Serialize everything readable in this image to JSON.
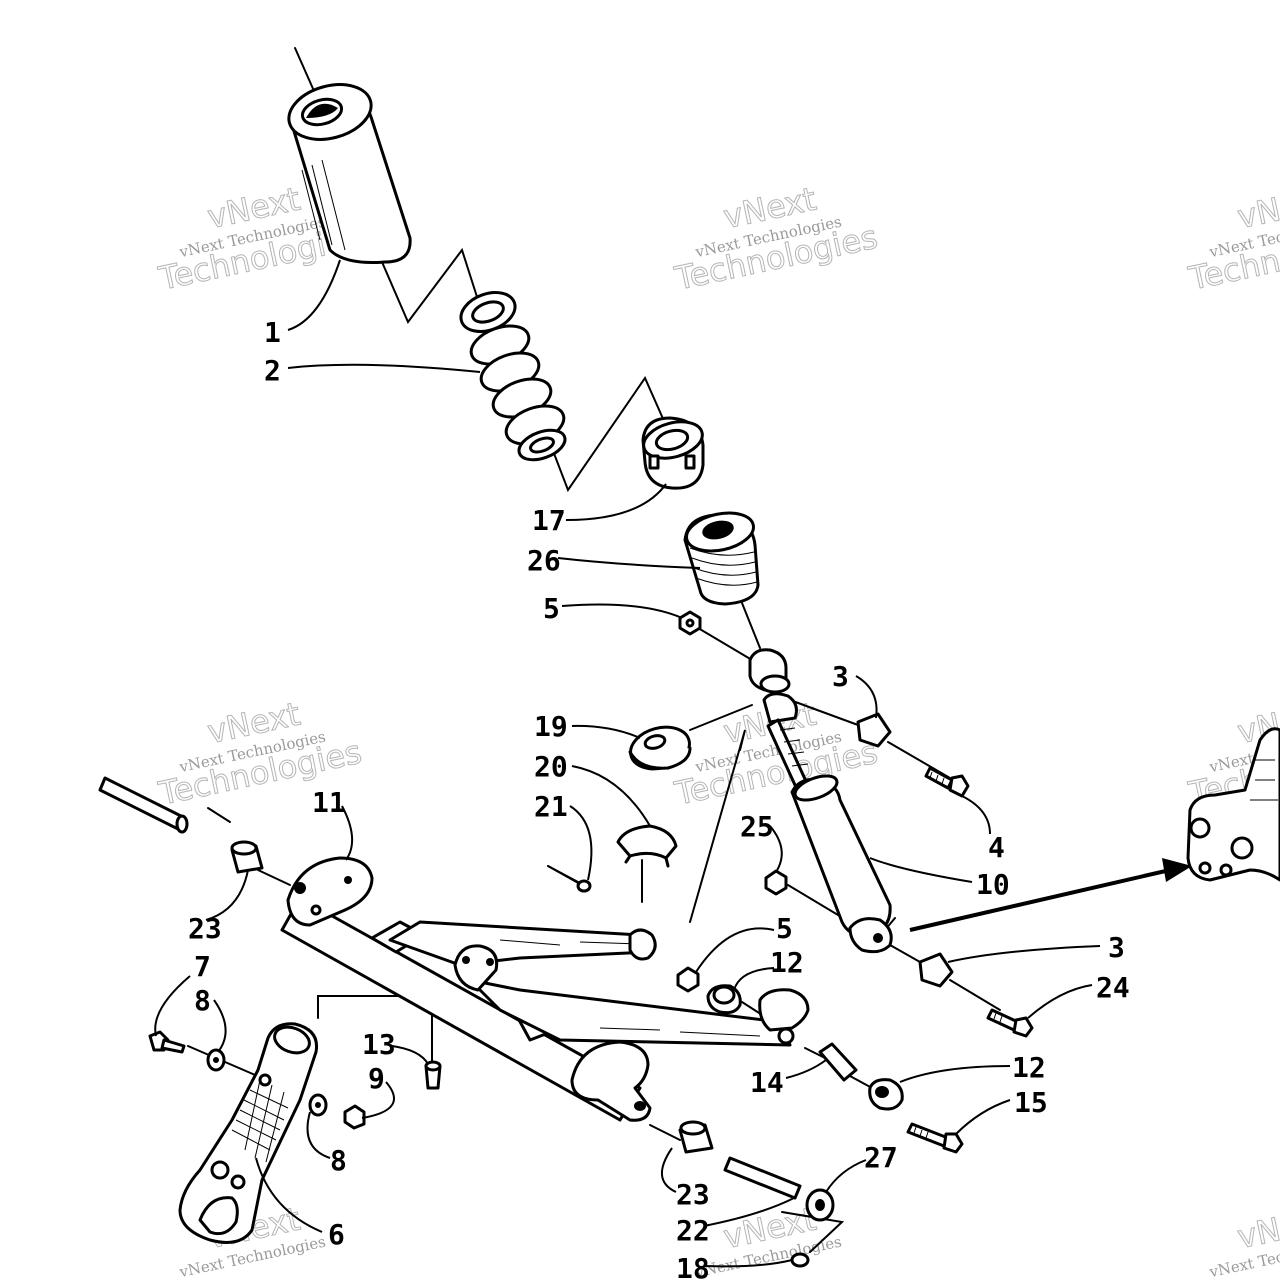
{
  "watermark": {
    "line_small": "vNext Technologies",
    "line_large": "Technologies",
    "line_top": "vNext"
  },
  "callouts": {
    "c1": "1",
    "c2": "2",
    "c3a": "3",
    "c3b": "3",
    "c4": "4",
    "c5a": "5",
    "c5b": "5",
    "c6": "6",
    "c7": "7",
    "c8a": "8",
    "c8b": "8",
    "c9": "9",
    "c10": "10",
    "c11": "11",
    "c12a": "12",
    "c12b": "12",
    "c13": "13",
    "c14": "14",
    "c15": "15",
    "c17": "17",
    "c18": "18",
    "c19": "19",
    "c20": "20",
    "c21": "21",
    "c22": "22",
    "c23a": "23",
    "c23b": "23",
    "c24": "24",
    "c25": "25",
    "c26": "26",
    "c27": "27"
  }
}
